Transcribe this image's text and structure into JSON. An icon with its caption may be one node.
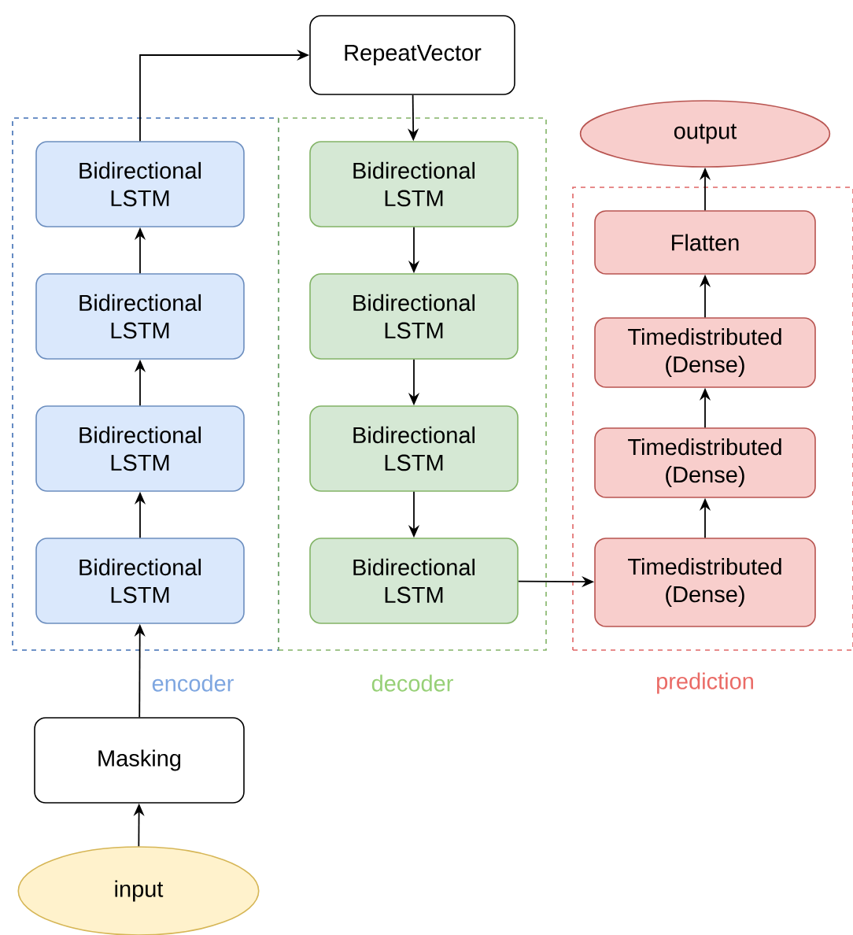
{
  "diagram": {
    "nodes": [
      {
        "text": [
          "RepeatVector"
        ]
      },
      {
        "text": [
          "output"
        ]
      },
      {
        "text": [
          "encoder"
        ]
      },
      {
        "text": [
          "Bidirectional LSTM"
        ],
        "in": 2
      },
      {
        "text": [
          "Bidirectional LSTM"
        ],
        "in": 2
      },
      {
        "text": [
          "Bidirectional LSTM"
        ],
        "in": 2
      },
      {
        "text": [
          "Bidirectional LSTM"
        ],
        "in": 2
      },
      {
        "text": [
          "decoder"
        ]
      },
      {
        "text": [
          "Bidirectional LSTM"
        ],
        "in": 7
      },
      {
        "text": [
          "Bidirectional LSTM"
        ],
        "in": 7
      },
      {
        "text": [
          "Bidirectional LSTM"
        ],
        "in": 7
      },
      {
        "text": [
          "Bidirectional LSTM"
        ],
        "in": 7
      },
      {
        "text": [
          "prediction"
        ]
      },
      {
        "text": [
          "Flatten"
        ],
        "in": 12
      },
      {
        "text": [
          "Timedistributed (Dense)"
        ],
        "in": 12
      },
      {
        "text": [
          "Timedistributed (Dense)"
        ],
        "in": 12
      },
      {
        "text": [
          "Timedistributed (Dense)"
        ],
        "in": 12
      },
      {
        "text": [
          "Masking"
        ]
      },
      {
        "text": [
          "input"
        ]
      }
    ],
    "edges": [
      {
        "from": 18,
        "to": 17,
        "arrow": "to"
      },
      {
        "from": 17,
        "to": 6,
        "arrow": "to"
      },
      {
        "from": 6,
        "to": 5,
        "arrow": "to"
      },
      {
        "from": 5,
        "to": 4,
        "arrow": "to"
      },
      {
        "from": 4,
        "to": 3,
        "arrow": "to"
      },
      {
        "from": 3,
        "to": 0,
        "arrow": "to"
      },
      {
        "from": 0,
        "to": 8,
        "arrow": "to"
      },
      {
        "from": 8,
        "to": 9,
        "arrow": "to"
      },
      {
        "from": 9,
        "to": 10,
        "arrow": "to"
      },
      {
        "from": 10,
        "to": 11,
        "arrow": "to"
      },
      {
        "from": 11,
        "to": 16,
        "arrow": "to"
      },
      {
        "from": 16,
        "to": 15,
        "arrow": "to"
      },
      {
        "from": 15,
        "to": 14,
        "arrow": "to"
      },
      {
        "from": 14,
        "to": 13,
        "arrow": "to"
      },
      {
        "from": 13,
        "to": 1,
        "arrow": "to"
      }
    ]
  }
}
